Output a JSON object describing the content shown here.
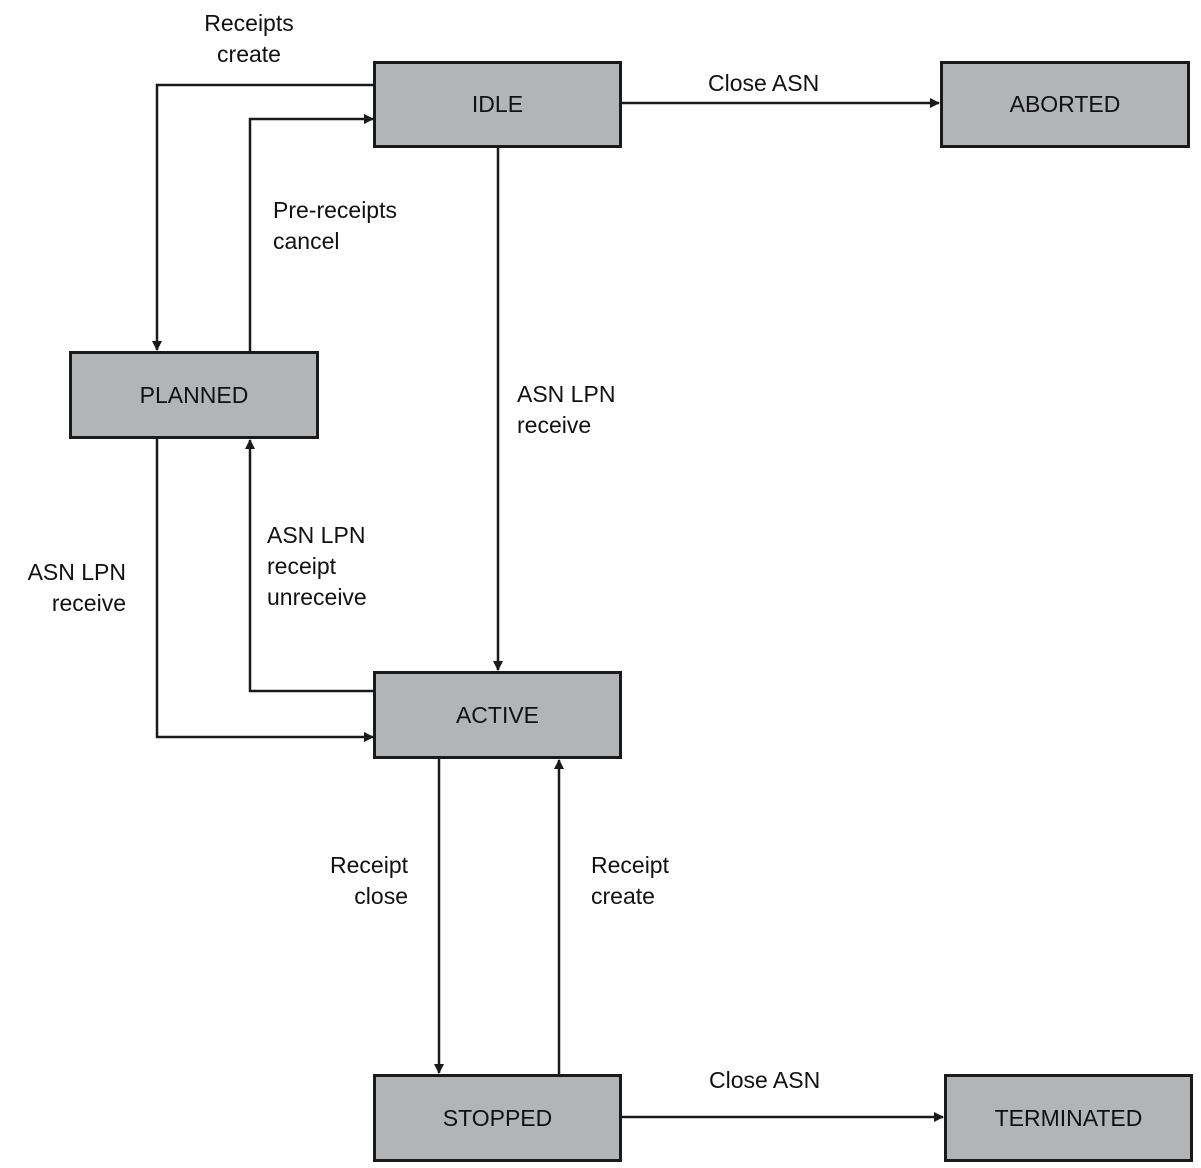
{
  "states": {
    "idle": "IDLE",
    "aborted": "ABORTED",
    "planned": "PLANNED",
    "active": "ACTIVE",
    "stopped": "STOPPED",
    "terminated": "TERMINATED"
  },
  "transitions": {
    "receipts_create": [
      "Receipts",
      "create"
    ],
    "close_asn_top": [
      "Close ASN"
    ],
    "pre_receipts_cancel": [
      "Pre-receipts",
      "cancel"
    ],
    "idle_to_active": [
      "ASN LPN",
      "receive"
    ],
    "planned_to_active": [
      "ASN LPN",
      "receive"
    ],
    "active_to_planned": [
      "ASN LPN",
      "receipt",
      "unreceive"
    ],
    "receipt_close": [
      "Receipt",
      "close"
    ],
    "receipt_create": [
      "Receipt",
      "create"
    ],
    "close_asn_bottom": [
      "Close ASN"
    ]
  },
  "colors": {
    "state_fill": "#b3b4b6",
    "stroke": "#1a1a1a"
  }
}
